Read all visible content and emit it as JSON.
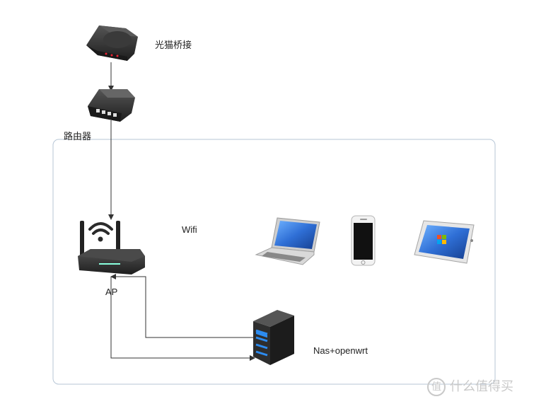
{
  "labels": {
    "modem": "光猫桥接",
    "router": "路由器",
    "ap": "AP",
    "wifi": "Wifi",
    "nas": "Nas+openwrt"
  },
  "watermark": {
    "symbol": "值",
    "text": "什么值得买"
  },
  "colors": {
    "frame": "#b7c6d6",
    "line": "#333333",
    "device_dark": "#2b2b2b",
    "screen_blue": "#2f6fd6",
    "server_led": "#2d8cf0"
  },
  "icons": [
    "modem-icon",
    "router-icon",
    "wifi-ap-icon",
    "laptop-icon",
    "phone-icon",
    "tablet-icon",
    "server-icon"
  ]
}
